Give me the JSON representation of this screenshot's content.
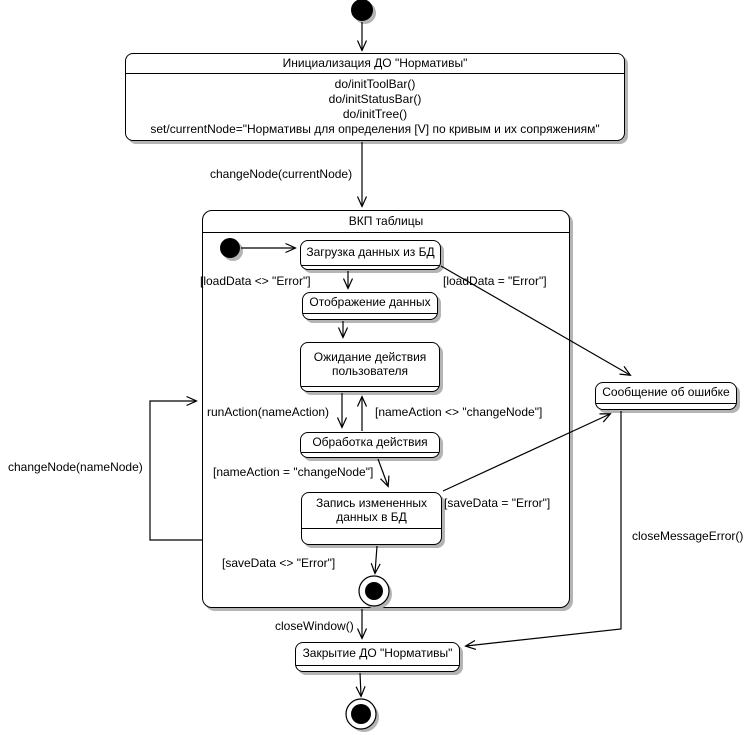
{
  "diagram": {
    "kind": "uml-state-machine",
    "states": {
      "init_top": {
        "title": "Инициализация ДО \"Нормативы\"",
        "actions": [
          "do/initToolBar()",
          "do/initStatusBar()",
          "do/initTree()",
          "set/currentNode=\"Нормативы для определения [V] по кривым и их сопряжениям\""
        ]
      },
      "composite": {
        "title": "ВКП таблицы"
      },
      "load": {
        "title": "Загрузка данных из БД"
      },
      "display": {
        "title": "Отображение данных"
      },
      "wait": {
        "title": "Ожидание действия пользователя"
      },
      "process": {
        "title": "Обработка действия"
      },
      "save": {
        "title": "Запись измененных данных в БД"
      },
      "error": {
        "title": "Сообщение об ошибке"
      },
      "close": {
        "title": "Закрытие ДО \"Нормативы\""
      }
    },
    "transitions": {
      "change_node_current": "changeNode(currentNode)",
      "load_ok": "[loadData <> \"Error\"]",
      "load_err": "[loadData = \"Error\"]",
      "run_action": "runAction(nameAction)",
      "action_not_change": "[nameAction <> \"changeNode\"]",
      "action_change": "[nameAction = \"changeNode\"]",
      "save_err": "[saveData = \"Error\"]",
      "save_ok": "[saveData <> \"Error\"]",
      "change_node_name": "changeNode(nameNode)",
      "close_window": "closeWindow()",
      "close_message_error": "closeMessageError()"
    },
    "colors": {
      "line": "#000000",
      "shadow": "#b4b4b4",
      "background": "#ffffff"
    }
  }
}
